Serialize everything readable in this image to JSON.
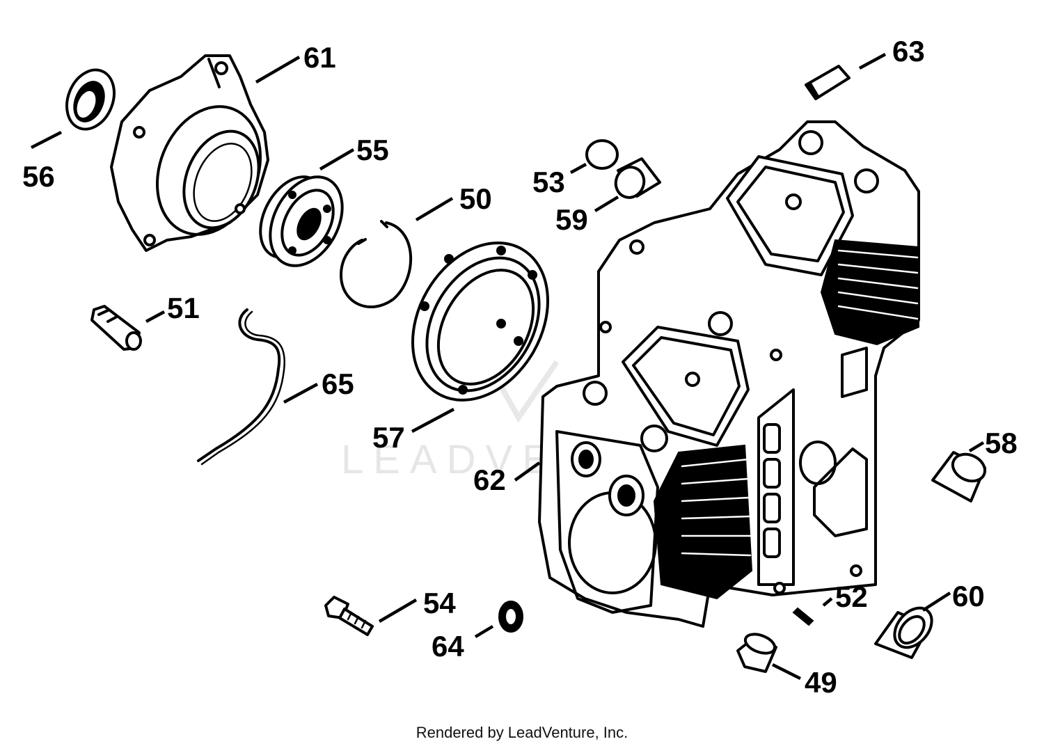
{
  "credit": "Rendered by LeadVenture, Inc.",
  "watermark": "LEADVENTURE",
  "callouts": [
    {
      "id": "61",
      "label": "61"
    },
    {
      "id": "63",
      "label": "63"
    },
    {
      "id": "56",
      "label": "56"
    },
    {
      "id": "55",
      "label": "55"
    },
    {
      "id": "53",
      "label": "53"
    },
    {
      "id": "50",
      "label": "50"
    },
    {
      "id": "59",
      "label": "59"
    },
    {
      "id": "51",
      "label": "51"
    },
    {
      "id": "65",
      "label": "65"
    },
    {
      "id": "57",
      "label": "57"
    },
    {
      "id": "58",
      "label": "58"
    },
    {
      "id": "62",
      "label": "62"
    },
    {
      "id": "54",
      "label": "54"
    },
    {
      "id": "52",
      "label": "52"
    },
    {
      "id": "60",
      "label": "60"
    },
    {
      "id": "64",
      "label": "64"
    },
    {
      "id": "49",
      "label": "49"
    }
  ]
}
